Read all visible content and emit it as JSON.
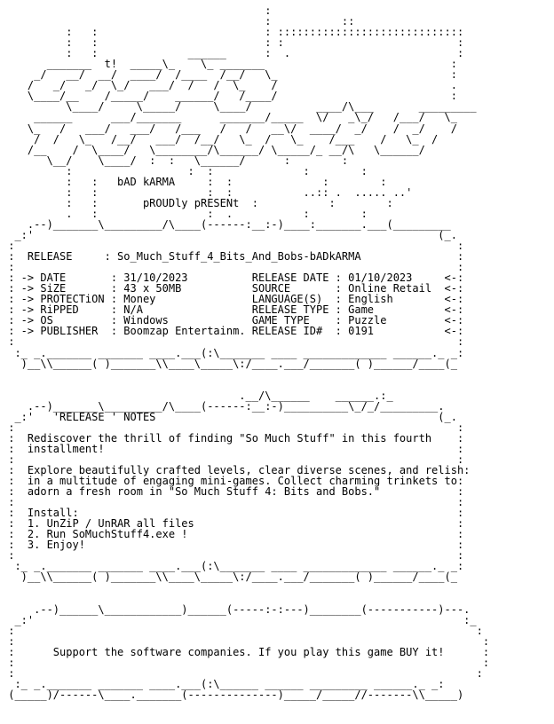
{
  "art": {
    "logo_lines": [
      "                                         :",
      "                                         :           ::",
      "          :   :                          : :::::::::::::::::::::::::::::",
      "          :   :                          : :                           :",
      "          :   :              ______      :  .                          :",
      "       _______  t!  _____\\_    \\_ _______                             :",
      "     _/   __/  __/  ____/  /____  /__/   \\_                           :",
      "    /   _/   _/  \\_/   ___/  /   /  \\_    /                           .",
      "    \\____/__    /_____/    ______/   /____/                           :",
      "          \\____/     \\_____/     \\____/          ____/\\___       _________",
      "     ______      ___/_______      _______/_____  \\/   _\\_/   /___/   \\_",
      "    \\_   /   ___/   ___/   /___   /   /   __\\/  ____/  _/    /  _/    /",
      "     /  /   \\_   /__/   ___/  /__/   \\_  /   \\_    /___    /   \\_  /",
      "    /__    /  \\____/   \\________/\\______/ \\_____/_ __/\\   \\______/",
      "       \\__/    \\____/  :  :   \\______/      :        :",
      "          :                  :  :              :        :",
      "          :   :   bAD kARMA     :  :              :        :",
      "          :   :                 :  :           ..:: .  ..... ..'",
      "          :   :       pROUDly pRESENt  :           :        :",
      "          .   :                 :  .           :        :"
    ],
    "release_top": [
      "    .--)_______\\_________/\\____(------:__:-)____:_______.___(_________",
      "  _:'                                                               (_.",
      " :                                                                     :"
    ],
    "release_bottom": [
      " :                                                                     :",
      "  :_ _._______ _______ ____.___(:\\_______ ____ _____________ ______._ _:",
      "   )__\\\\______( )_______\\\\____\\_____\\:/____.___/_______( )______/____(_"
    ],
    "notes_top": [
      "                                     .__/\\______    ______.:_",
      "    .--)_______\\_________/\\____(------:__:-)__________\\_/_/_________.",
      "  _:'   'RELEASE ' NOTES                                            (_.",
      " :                                                                     :"
    ],
    "notes_bottom": [
      " :                                                                     :",
      "  :_ _._______ _______ ____.___(:\\_______ ____ _____________ ______._ _:",
      "   )__\\\\______( )_______\\\\____\\_____\\:/____.___/_______( )______/____(_"
    ],
    "support_top": [
      "     .--)______\\____________)______(-----:-:---)________(-----------)---.",
      "  _:'                                                                   :_",
      " :                                                                        :"
    ],
    "support_bottom": [
      " :                                                                        :",
      "  :_ _._______ _______ ____.___(:\\______ ______ _________ ______._ _:",
      " (_____)/------\\____._______(--------------)_____/_____//-------\\\\_____)"
    ]
  },
  "release": {
    "release_label": "RELEASE",
    "release_value": "So_Much_Stuff_4_Bits_And_Bobs-bADkARMA",
    "left": [
      {
        "label": "DATE",
        "value": "31/10/2023"
      },
      {
        "label": "SiZE",
        "value": "43 x 50MB"
      },
      {
        "label": "PROTECTiON",
        "value": "Money"
      },
      {
        "label": "RiPPED",
        "value": "N/A"
      },
      {
        "label": "OS",
        "value": "Windows"
      },
      {
        "label": "PUBLISHER",
        "value": "Boomzap Entertainm."
      }
    ],
    "right": [
      {
        "label": "RELEASE DATE",
        "value": "01/10/2023"
      },
      {
        "label": "SOURCE",
        "value": "Online Retail"
      },
      {
        "label": "LANGUAGE(S)",
        "value": "English"
      },
      {
        "label": "RELEASE TYPE",
        "value": "Game"
      },
      {
        "label": "GAME TYPE",
        "value": "Puzzle"
      },
      {
        "label": "RELEASE ID#",
        "value": "0191"
      }
    ]
  },
  "notes": {
    "paragraphs": [
      "Rediscover the thrill of finding \"So Much Stuff\" in this fourth",
      "installment!",
      "",
      "Explore beautifully crafted levels, clear diverse scenes, and relish",
      "in a multitude of engaging mini-games. Collect charming trinkets to",
      "adorn a fresh room in \"So Much Stuff 4: Bits and Bobs.\"",
      "",
      "Install:",
      "1. UnZiP / UnRAR all files",
      "2. Run SoMuchStuff4.exe !",
      "3. Enjoy!"
    ]
  },
  "support": {
    "message": "Support the software companies. If you play this game BUY it!"
  }
}
